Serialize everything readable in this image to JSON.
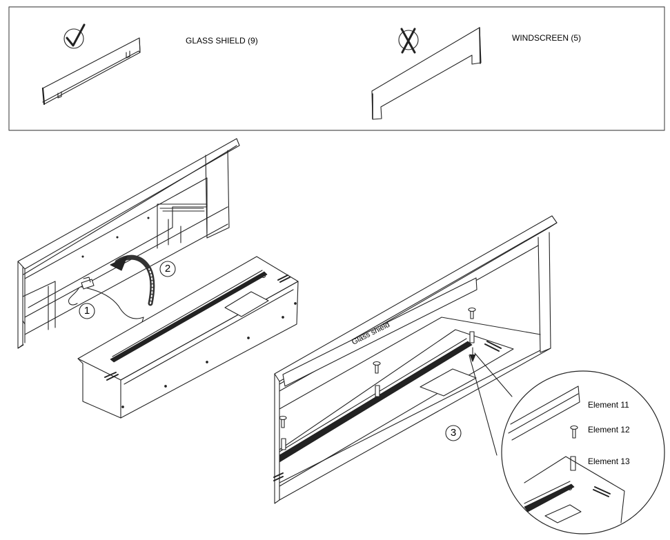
{
  "legend_box": {
    "items": [
      {
        "label": "GLASS SHIELD (9)",
        "status": "correct",
        "status_icon": "checkmark-icon"
      },
      {
        "label": "WINDSCREEN (5)",
        "status": "incorrect",
        "status_icon": "cross-icon"
      }
    ]
  },
  "steps": [
    "1",
    "2",
    "3"
  ],
  "glass_shield_label": "Glass shield",
  "detail_elements": [
    "Element 11",
    "Element 12",
    "Element 13"
  ],
  "colors": {
    "line": "#222222",
    "box_border": "#555555",
    "fill": "#ffffff"
  }
}
